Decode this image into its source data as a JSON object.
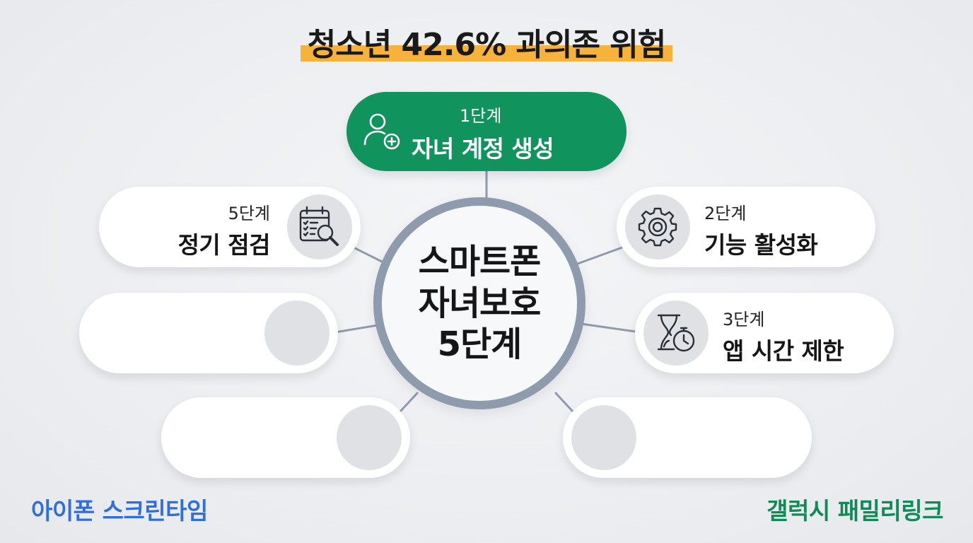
{
  "title": "청소년 42.6% 과의존 위험",
  "center": {
    "line1": "스마트폰",
    "line2": "자녀보호",
    "line3": "5단계"
  },
  "steps": {
    "step1": {
      "step": "1단계",
      "label": "자녀 계정 생성",
      "icon": "user-add-icon"
    },
    "step2": {
      "step": "2단계",
      "label": "기능 활성화",
      "icon": "gear-icon"
    },
    "step3": {
      "step": "3단계",
      "label": "앱 시간 제한",
      "icon": "hourglass-stopwatch-icon"
    },
    "step5": {
      "step": "5단계",
      "label": "정기 점검",
      "icon": "calendar-search-icon"
    }
  },
  "footer": {
    "left": "아이폰 스크린타임",
    "right": "갤럭시 패밀리링크"
  },
  "colors": {
    "highlight": "#f6b23a",
    "step1_bg": "#10935c",
    "ring": "#8e9bad",
    "footer_left": "#2f6fdb",
    "footer_right": "#118a57"
  }
}
